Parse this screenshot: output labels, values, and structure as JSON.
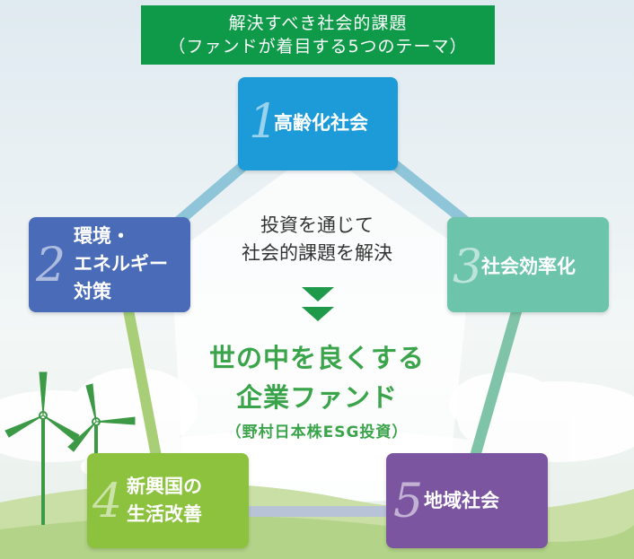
{
  "header": {
    "line1": "解決すべき社会的課題",
    "line2": "（ファンドが着目する5つのテーマ）"
  },
  "themes": [
    {
      "number": "1",
      "lines": [
        "高齢化社会"
      ],
      "color": "#1d9bd8"
    },
    {
      "number": "2",
      "lines": [
        "環境・",
        "エネルギー",
        "対策"
      ],
      "color": "#4a6cb8"
    },
    {
      "number": "3",
      "lines": [
        "社会効率化"
      ],
      "color": "#6cc4aa"
    },
    {
      "number": "4",
      "lines": [
        "新興国の",
        "生活改善"
      ],
      "color": "#8cc23e"
    },
    {
      "number": "5",
      "lines": [
        "地域社会"
      ],
      "color": "#7b55a0"
    }
  ],
  "center": {
    "line1": "投資を通じて",
    "line2": "社会的課題を解決",
    "fund_line1": "世の中を良くする",
    "fund_line2": "企業ファンド",
    "fund_sub": "（野村日本株ESG投資）"
  },
  "colors": {
    "banner": "#0e9a49",
    "fund_text": "#3aa44a",
    "arrow": "#1e9a4a"
  }
}
